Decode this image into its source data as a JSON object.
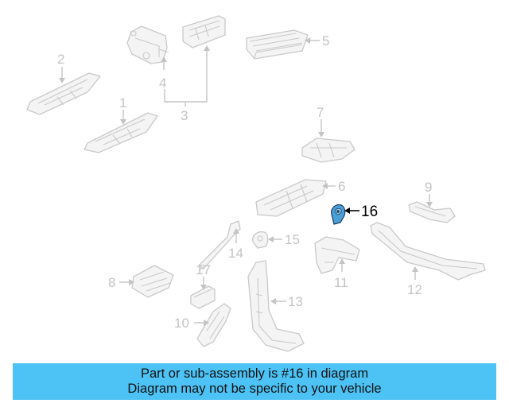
{
  "highlight_color": "#4dc3f5",
  "part_color": "#4a9fd6",
  "callouts": [
    {
      "id": "1",
      "label": "1"
    },
    {
      "id": "2",
      "label": "2"
    },
    {
      "id": "3",
      "label": "3"
    },
    {
      "id": "4",
      "label": "4"
    },
    {
      "id": "5",
      "label": "5"
    },
    {
      "id": "6",
      "label": "6"
    },
    {
      "id": "7",
      "label": "7"
    },
    {
      "id": "8",
      "label": "8"
    },
    {
      "id": "9",
      "label": "9"
    },
    {
      "id": "10",
      "label": "10"
    },
    {
      "id": "11",
      "label": "11"
    },
    {
      "id": "12",
      "label": "12"
    },
    {
      "id": "13",
      "label": "13"
    },
    {
      "id": "14",
      "label": "14"
    },
    {
      "id": "15",
      "label": "15"
    },
    {
      "id": "16",
      "label": "16"
    },
    {
      "id": "17",
      "label": "17"
    }
  ],
  "caption": {
    "line1": "Part or sub-assembly is #16 in diagram",
    "line2": "Diagram may not be specific to your vehicle"
  }
}
